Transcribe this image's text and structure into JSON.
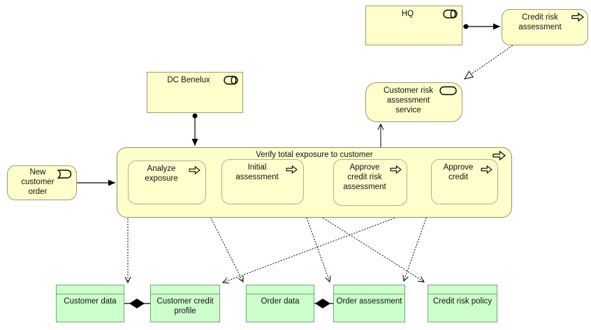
{
  "diagram": {
    "title": "Verify total exposure to customer",
    "colors": {
      "business_fill": "#ffffcc",
      "business_border": "#9b9b72",
      "data_fill": "#ccffcc",
      "data_border": "#73a573",
      "line": "#000000"
    }
  },
  "nodes": {
    "hq": {
      "label": "HQ",
      "type": "business-role"
    },
    "credit_risk_assessment": {
      "label": "Credit risk assessment",
      "type": "business-process"
    },
    "dc_benelux": {
      "label": "DC Benelux",
      "type": "business-role"
    },
    "customer_risk_assessment_service": {
      "label": "Customer risk assessment service",
      "type": "business-service"
    },
    "new_customer_order": {
      "label": "New customer order",
      "type": "business-event"
    },
    "verify_total_exposure": {
      "label": "Verify total exposure to customer",
      "type": "business-process"
    },
    "analyze_exposure": {
      "label": "Analyze exposure",
      "type": "business-process"
    },
    "initial_assessment": {
      "label": "Initial assessment",
      "type": "business-process"
    },
    "approve_credit_risk_assessment": {
      "label": "Approve credit risk assessment",
      "type": "business-process"
    },
    "approve_credit": {
      "label": "Approve credit",
      "type": "business-process"
    },
    "customer_data": {
      "label": "Customer data",
      "type": "data-object"
    },
    "customer_credit_profile": {
      "label": "Customer credit profile",
      "type": "data-object"
    },
    "order_data": {
      "label": "Order data",
      "type": "data-object"
    },
    "order_assessment": {
      "label": "Order assessment",
      "type": "data-object"
    },
    "credit_risk_policy": {
      "label": "Credit risk policy",
      "type": "data-object"
    }
  },
  "relationships": [
    {
      "from": "HQ",
      "to": "Credit risk assessment",
      "type": "assignment"
    },
    {
      "from": "Credit risk assessment",
      "to": "Customer risk assessment service",
      "type": "realization"
    },
    {
      "from": "DC Benelux",
      "to": "Verify total exposure to customer",
      "type": "assignment"
    },
    {
      "from": "New customer order",
      "to": "Verify total exposure to customer",
      "type": "triggering"
    },
    {
      "from": "Analyze exposure",
      "to": "Initial assessment",
      "type": "triggering"
    },
    {
      "from": "Initial assessment",
      "to": "Approve credit risk assessment",
      "type": "triggering"
    },
    {
      "from": "Approve credit risk assessment",
      "to": "Approve credit",
      "type": "triggering"
    },
    {
      "from": "Approve credit risk assessment",
      "to": "Customer risk assessment service",
      "type": "serving"
    },
    {
      "from": "Analyze exposure",
      "to": "Customer data",
      "type": "access"
    },
    {
      "from": "Analyze exposure",
      "to": "Order data",
      "type": "access"
    },
    {
      "from": "Initial assessment",
      "to": "Order assessment",
      "type": "access"
    },
    {
      "from": "Initial assessment",
      "to": "Credit risk policy",
      "type": "access"
    },
    {
      "from": "Approve credit",
      "to": "Order assessment",
      "type": "access"
    },
    {
      "from": "Approve credit",
      "to": "Customer credit profile",
      "type": "access"
    },
    {
      "from": "Customer data",
      "to": "Customer credit profile",
      "type": "aggregation"
    },
    {
      "from": "Order data",
      "to": "Order assessment",
      "type": "aggregation"
    }
  ]
}
